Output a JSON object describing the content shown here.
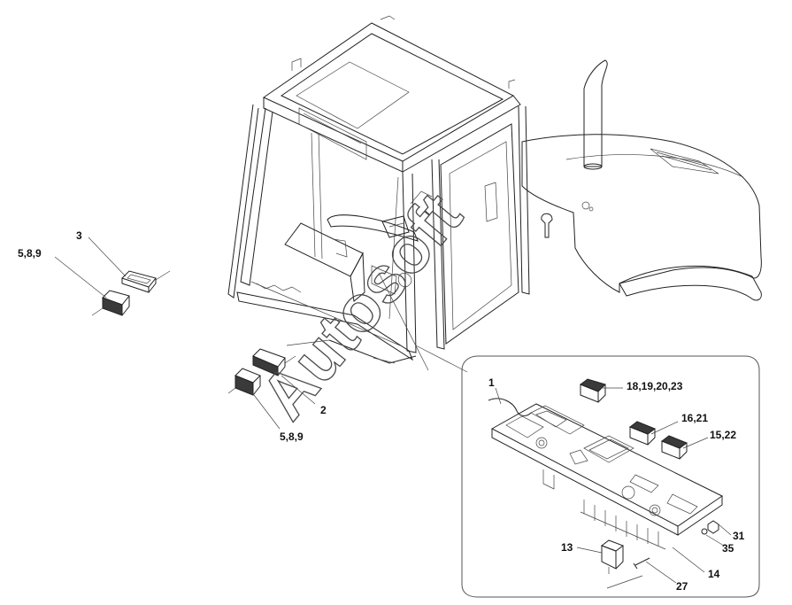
{
  "watermark": "Autosoft",
  "callouts": {
    "c1": "1",
    "c2": "2",
    "c3": "3",
    "c5_8_9_left": "5,8,9",
    "c5_8_9_bottom": "5,8,9",
    "c13": "13",
    "c14": "14",
    "c15_22": "15,22",
    "c16_21": "16,21",
    "c18_19_20_23": "18,19,20,23",
    "c27": "27",
    "c31": "31",
    "c35": "35"
  },
  "colors": {
    "line": "#222222",
    "detail_box": "#555555",
    "switch_fill": "#3a3a3a",
    "panel_fill": "#ffffff"
  }
}
